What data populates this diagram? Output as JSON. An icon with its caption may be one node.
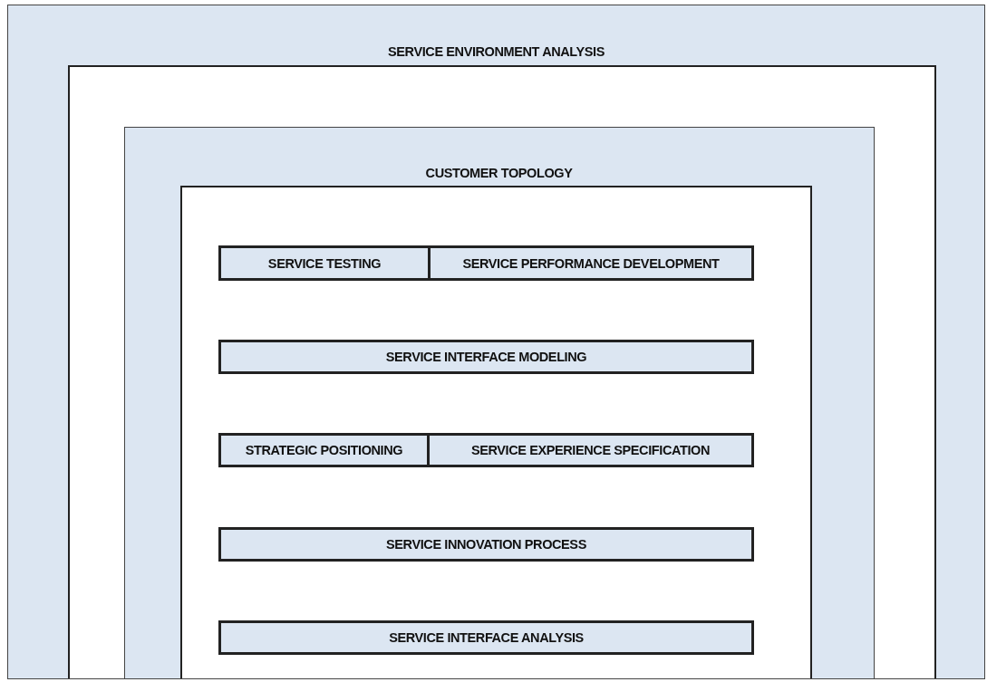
{
  "diagram": {
    "nodes": [
      {
        "text": [
          "SERVICE ENVIRONMENT ANALYSIS"
        ]
      },
      {
        "text": [],
        "shape": "box",
        "in": 0
      },
      {
        "text": [
          "CUSTOMER TOPOLOGY"
        ],
        "in": 1
      },
      {
        "text": [],
        "shape": "box",
        "in": 2
      },
      {
        "text": [
          "SERVICE TESTING"
        ],
        "in": 3
      },
      {
        "text": [
          "SERVICE PERFORMANCE DEVELOPMENT"
        ],
        "in": 3
      },
      {
        "text": [
          "SERVICE INTERFACE MODELING"
        ],
        "in": 3
      },
      {
        "text": [
          "STRATEGIC POSITIONING"
        ],
        "in": 3
      },
      {
        "text": [
          "SERVICE EXPERIENCE SPECIFICATION"
        ],
        "in": 3
      },
      {
        "text": [
          "SERVICE INNOVATION PROCESS"
        ],
        "in": 3
      },
      {
        "text": [
          "SERVICE INTERFACE ANALYSIS"
        ],
        "in": 3
      }
    ]
  }
}
